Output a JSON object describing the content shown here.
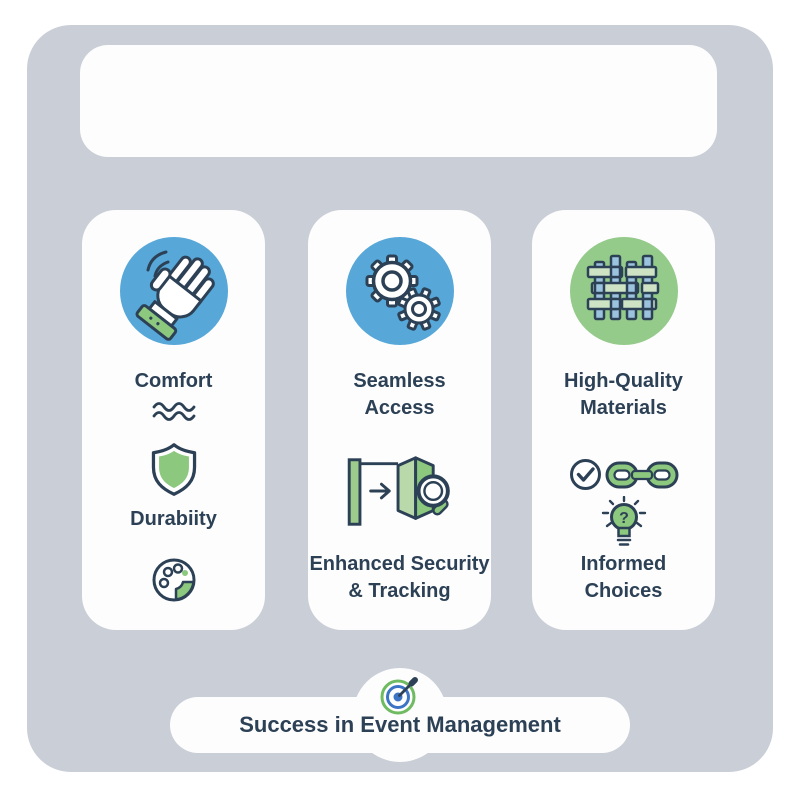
{
  "colors": {
    "page_bg": "#ffffff",
    "panel_bg": "#c9ced7",
    "card_bg": "#fdfdfd",
    "badge_blue": "#57a7d8",
    "badge_green": "#94ca8a",
    "outline_navy": "#2d4156",
    "accent_green": "#8cc87d",
    "plank_light_green": "#cde3c3",
    "strip_light_blue": "#9cc3dd",
    "target_blue": "#3c74c6",
    "target_ring_green": "#6fbb61"
  },
  "header": {
    "content": ""
  },
  "cards": [
    {
      "name": "comfort-durability",
      "badge_icon": "waving-hand-wristband-icon",
      "top_label": [
        "Comfort"
      ],
      "divider_icon": "wavy-lines-icon",
      "mid_icon": "shield-icon",
      "bottom_label": [
        "Durabiity"
      ],
      "extra_icon": "palette-icon"
    },
    {
      "name": "seamless-access",
      "badge_icon": "gears-icon",
      "top_label": [
        "Seamless",
        "Access"
      ],
      "mid_icon": "entry-scan-magnifier-icon",
      "bottom_label": [
        "Enhanced Security",
        "& Tracking"
      ]
    },
    {
      "name": "high-quality-materials",
      "badge_icon": "woven-fabric-icon",
      "top_label": [
        "High-Quality",
        "Materials"
      ],
      "mid_icons": [
        "check-circle-icon",
        "chain-link-icon",
        "lightbulb-question-icon"
      ],
      "bulb_glyph": "?",
      "bottom_label": [
        "Informed",
        "Choices"
      ]
    }
  ],
  "footer": {
    "icon": "target-dart-icon",
    "label": "Success in Event Management"
  }
}
